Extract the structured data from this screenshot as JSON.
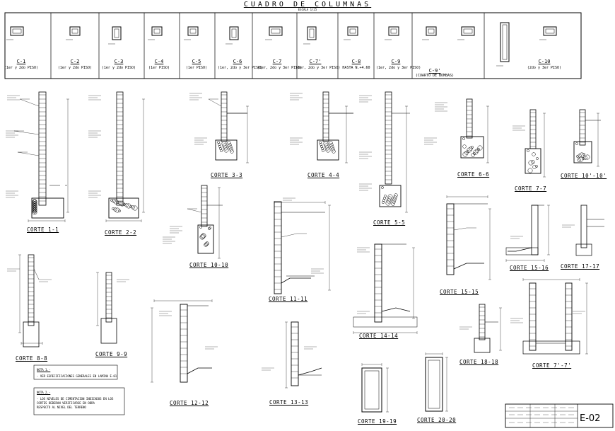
{
  "sheet": {
    "title": "CUADRO DE COLUMNAS",
    "scale": "ESCALA 1/25",
    "sheet_number": "E-02"
  },
  "columns": [
    {
      "code": "C-1",
      "desc": "(1er y 2do PISO)"
    },
    {
      "code": "C-2",
      "desc": "(1er y 2do PISO)"
    },
    {
      "code": "C-3",
      "desc": "(1er y 2do PISO)"
    },
    {
      "code": "C-4",
      "desc": "(1er PISO)"
    },
    {
      "code": "C-5",
      "desc": "(1er PISO)"
    },
    {
      "code": "C-6",
      "desc": "(1er, 2do y 3er PISO)"
    },
    {
      "code": "C-7",
      "desc": "(1er, 2do y 3er PISO)"
    },
    {
      "code": "C-7'",
      "desc": "(1er, 2do y 3er PISO)"
    },
    {
      "code": "C-8",
      "desc": "HASTA N.+4.60"
    },
    {
      "code": "C-9",
      "desc": "(1er, 2do y 3er PISO)"
    },
    {
      "code": "C-9'",
      "desc": "(CUARTO DE BOMBAS)"
    },
    {
      "code": "C-10",
      "desc": "(2do y 3er PISO)"
    }
  ],
  "sections": [
    "CORTE 1-1",
    "CORTE 2-2",
    "CORTE 3-3",
    "CORTE 4-4",
    "CORTE 5-5",
    "CORTE 6-6",
    "CORTE 7-7",
    "CORTE 10'-10'",
    "CORTE 10-10",
    "CORTE 11-11",
    "CORTE 14-14",
    "CORTE 15-15",
    "CORTE 15-16",
    "CORTE 17-17",
    "CORTE 8-8",
    "CORTE 9-9",
    "CORTE 12-12",
    "CORTE 13-13",
    "CORTE 19-19",
    "CORTE 20-20",
    "CORTE 18-18",
    "CORTE 7'-7'"
  ],
  "notes": {
    "note1_title": "NOTA 1.-",
    "note1_text": "- VER ESPECIFICACIONES GENERALES EN LAMINA E-01",
    "note2_title": "NOTA 2.-",
    "note2_line1": "- LOS NIVELES DE CIMENTACION INDICADOS EN LOS",
    "note2_line2": "CORTES DEBERAN VERIFICARSE EN OBRA",
    "note2_line3": "RESPECTO AL NIVEL DEL TERRENO"
  },
  "colors": {
    "ink": "#000000",
    "paper": "#ffffff"
  }
}
